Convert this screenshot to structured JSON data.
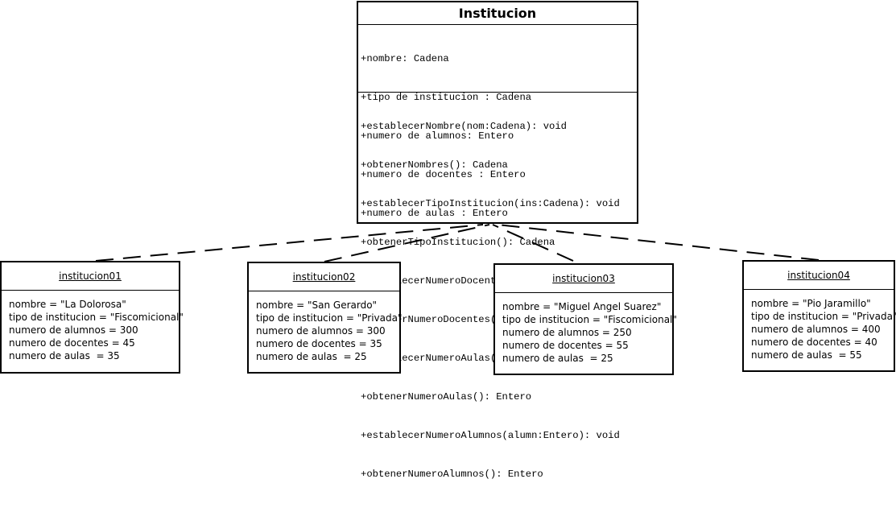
{
  "class": {
    "name": "Institucion",
    "attributes": [
      "+nombre: Cadena",
      "+tipo de institucion : Cadena",
      "+numero de alumnos: Entero",
      "+numero de docentes : Entero",
      "+numero de aulas : Entero"
    ],
    "methods": [
      "+establecerNombre(nom:Cadena): void",
      "+obtenerNombres(): Cadena",
      "+establecerTipoInstitucion(ins:Cadena): void",
      "+obtenerTipoInstitucion(): Cadena",
      "+establecerNumeroDocentes(doc:Entero): void",
      "+obtenerNumeroDocentes(): Entero",
      "+establecerNumeroAulas(dni:Entero): void",
      "+obtenerNumeroAulas(): Entero",
      "+establecerNumeroAlumnos(alumn:Entero): void",
      "+obtenerNumeroAlumnos(): Entero"
    ]
  },
  "objects": [
    {
      "name": "institucion01",
      "slots": [
        "nombre = \"La Dolorosa\"",
        "tipo de institucion = \"Fiscomicional\"",
        "numero de alumnos = 300",
        "numero de docentes = 45",
        "numero de aulas  = 35"
      ]
    },
    {
      "name": "institucion02",
      "slots": [
        "nombre = \"San Gerardo\"",
        "tipo de institucion = \"Privada\"",
        "numero de alumnos = 300",
        "numero de docentes = 35",
        "numero de aulas  = 25"
      ]
    },
    {
      "name": "institucion03",
      "slots": [
        "nombre = \"Miguel Angel Suarez\"",
        "tipo de institucion = \"Fiscomicional\"",
        "numero de alumnos = 250",
        "numero de docentes = 55",
        "numero de aulas  = 25"
      ]
    },
    {
      "name": "institucion04",
      "slots": [
        "nombre = \"Pio Jaramillo\"",
        "tipo de institucion = \"Privada\"",
        "numero de alumnos = 400",
        "numero de docentes = 40",
        "numero de aulas  = 55"
      ]
    }
  ],
  "colors": {
    "line": "#000000",
    "background": "#ffffff"
  }
}
